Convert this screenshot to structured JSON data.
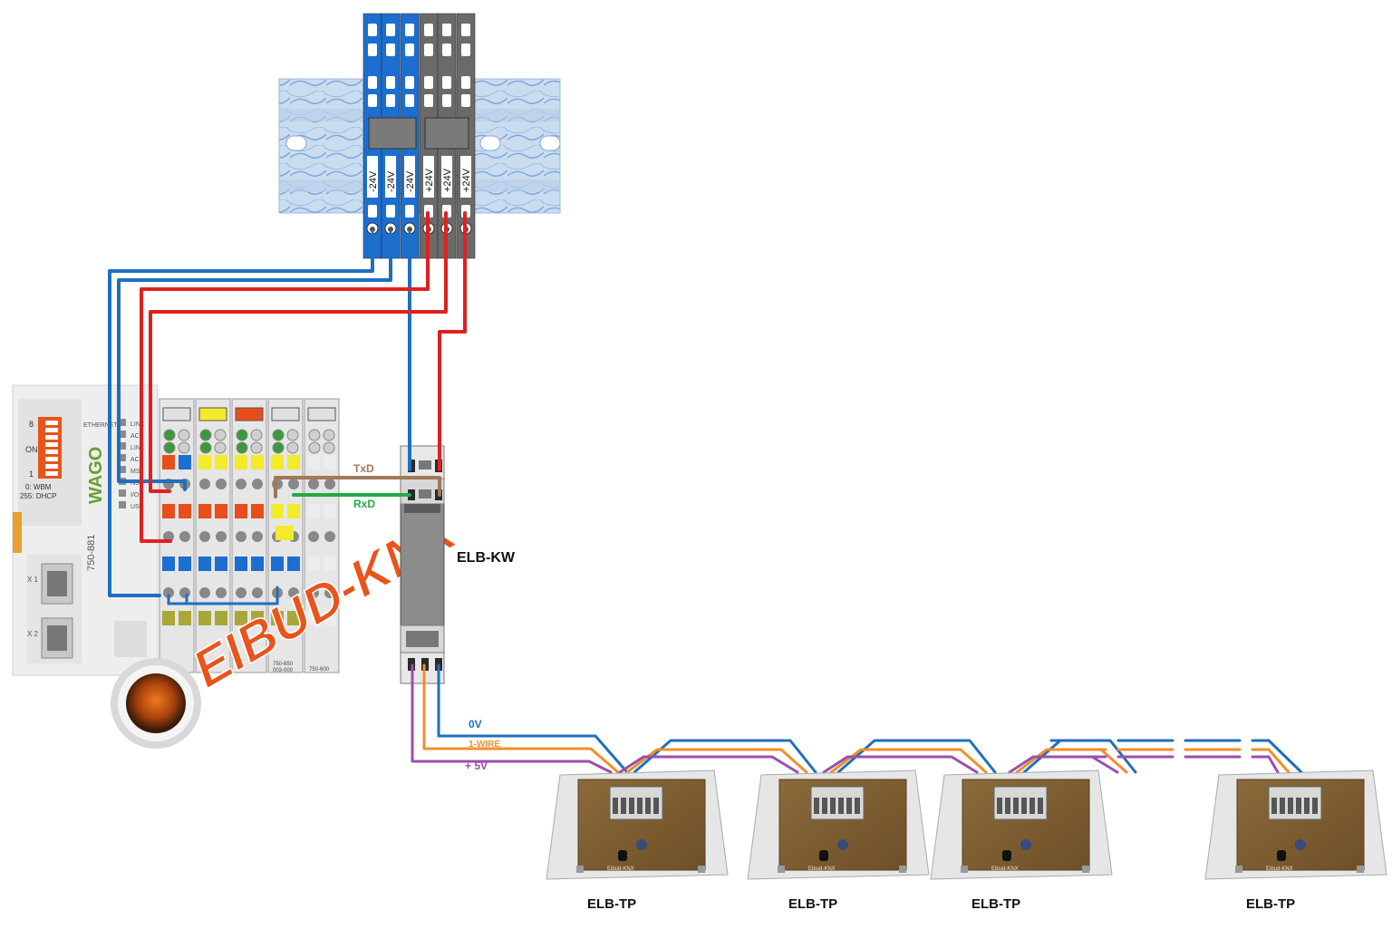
{
  "terminals": [
    "-24V",
    "-24V",
    "-24V",
    "+24V",
    "+24V",
    "+24V"
  ],
  "plc": {
    "switch_labels": [
      "8",
      "ON",
      "1"
    ],
    "ethernet_label": "ETHERNET",
    "brand": "WAGO",
    "leds": [
      "LINK",
      "ACT",
      "LINK",
      "ACT",
      "MS",
      "NS",
      "I/O",
      "USR"
    ],
    "mode_labels": [
      "0: WBM",
      "255: DHCP"
    ],
    "model": "750-881",
    "port_labels": [
      "X 1",
      "X 2"
    ],
    "module_labels": [
      "750-650\n003-000",
      "750-600"
    ],
    "watermark": "EIBUD-KNX"
  },
  "signals": {
    "txd": "TxD",
    "rxd": "RxD"
  },
  "converter": {
    "label": "ELB-KW"
  },
  "bus": {
    "zero_v": "0V",
    "one_wire": "1-WIRE",
    "plus_5v": "+ 5V"
  },
  "sensors": [
    {
      "label": "ELB-TP",
      "board": "Eibud-KNX"
    },
    {
      "label": "ELB-TP",
      "board": "Eibud-KNX"
    },
    {
      "label": "ELB-TP",
      "board": "Eibud-KNX"
    },
    {
      "label": "ELB-TP",
      "board": "Eibud-KNX"
    }
  ],
  "colors": {
    "blue_wire": "#1f6fbf",
    "red_wire": "#e02020",
    "brown_wire": "#a0785a",
    "green_wire": "#22aa44",
    "orange_wire": "#f0902a",
    "purple_wire": "#9b4fae",
    "terminal_blue": "#1c6fd0",
    "terminal_gray": "#6a6a6a",
    "watermark": "#e8541c"
  }
}
